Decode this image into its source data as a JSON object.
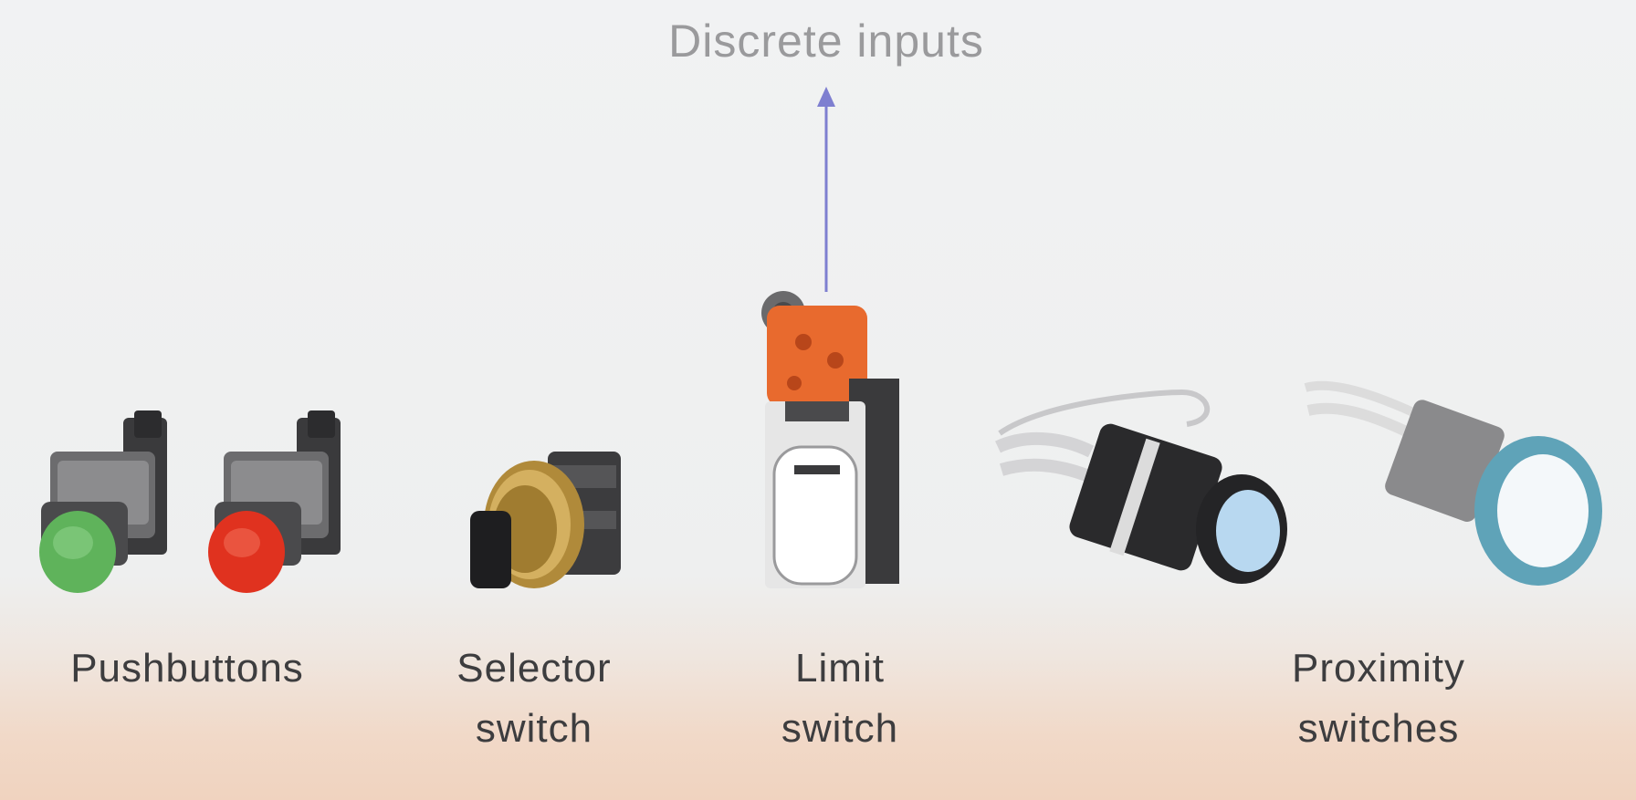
{
  "title": "Discrete inputs",
  "devices": {
    "pushbuttons": {
      "label_line1": "Pushbuttons",
      "label_line2": "",
      "icon": "pushbutton-icon"
    },
    "selector_switch": {
      "label_line1": "Selector",
      "label_line2": "switch",
      "icon": "selector-switch-icon"
    },
    "limit_switch": {
      "label_line1": "Limit",
      "label_line2": "switch",
      "icon": "limit-switch-icon"
    },
    "proximity_switches": {
      "label_line1": "Proximity",
      "label_line2": "switches",
      "icon": "proximity-switch-icon"
    }
  },
  "colors": {
    "title": "#9a9a9c",
    "label": "#3d3d3f",
    "arrow": "#7e7fd0",
    "green_button": "#5fb35b",
    "red_button": "#e0321f",
    "limit_head": "#e86a2e",
    "proximity_face_blue": "#b8d8f0",
    "proximity_face_teal": "#5fa3b8"
  }
}
